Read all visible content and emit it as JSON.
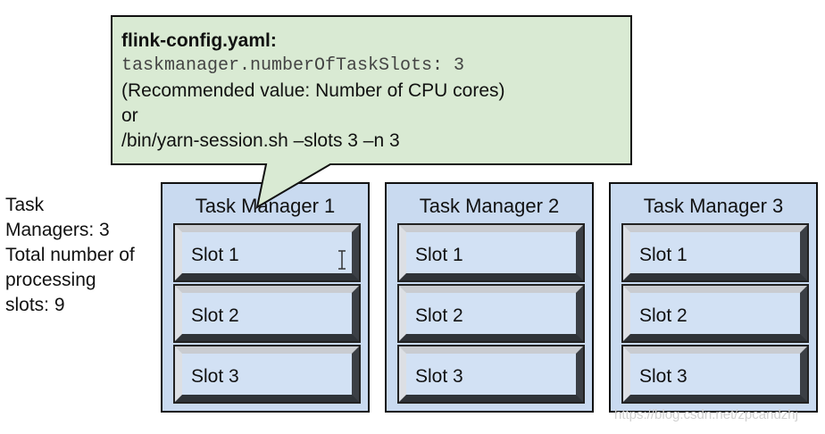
{
  "callout": {
    "title": "flink-config.yaml:",
    "code_line": "taskmanager.numberOfTaskSlots: 3",
    "recommendation": "(Recommended value: Number of CPU cores)",
    "or_text": "or",
    "command": "/bin/yarn-session.sh –slots 3 –n 3",
    "fill_color": "#d9ead3"
  },
  "side_note": {
    "line1": "Task",
    "line2": "Managers: 3",
    "line3": "Total number of",
    "line4": "processing",
    "line5": "slots: 9"
  },
  "task_managers": [
    {
      "title": "Task Manager 1",
      "slots": [
        "Slot 1",
        "Slot 2",
        "Slot 3"
      ]
    },
    {
      "title": "Task Manager 2",
      "slots": [
        "Slot 1",
        "Slot 2",
        "Slot 3"
      ]
    },
    {
      "title": "Task Manager 3",
      "slots": [
        "Slot 1",
        "Slot 2",
        "Slot 3"
      ]
    }
  ],
  "colors": {
    "task_manager_fill": "#c9daf0",
    "slot_fill": "#d2e1f4",
    "callout_fill": "#d9ead3"
  },
  "watermark": "https://blog.csdn.net/zpcandzhj",
  "icons": {
    "cursor": "text-cursor-icon"
  }
}
